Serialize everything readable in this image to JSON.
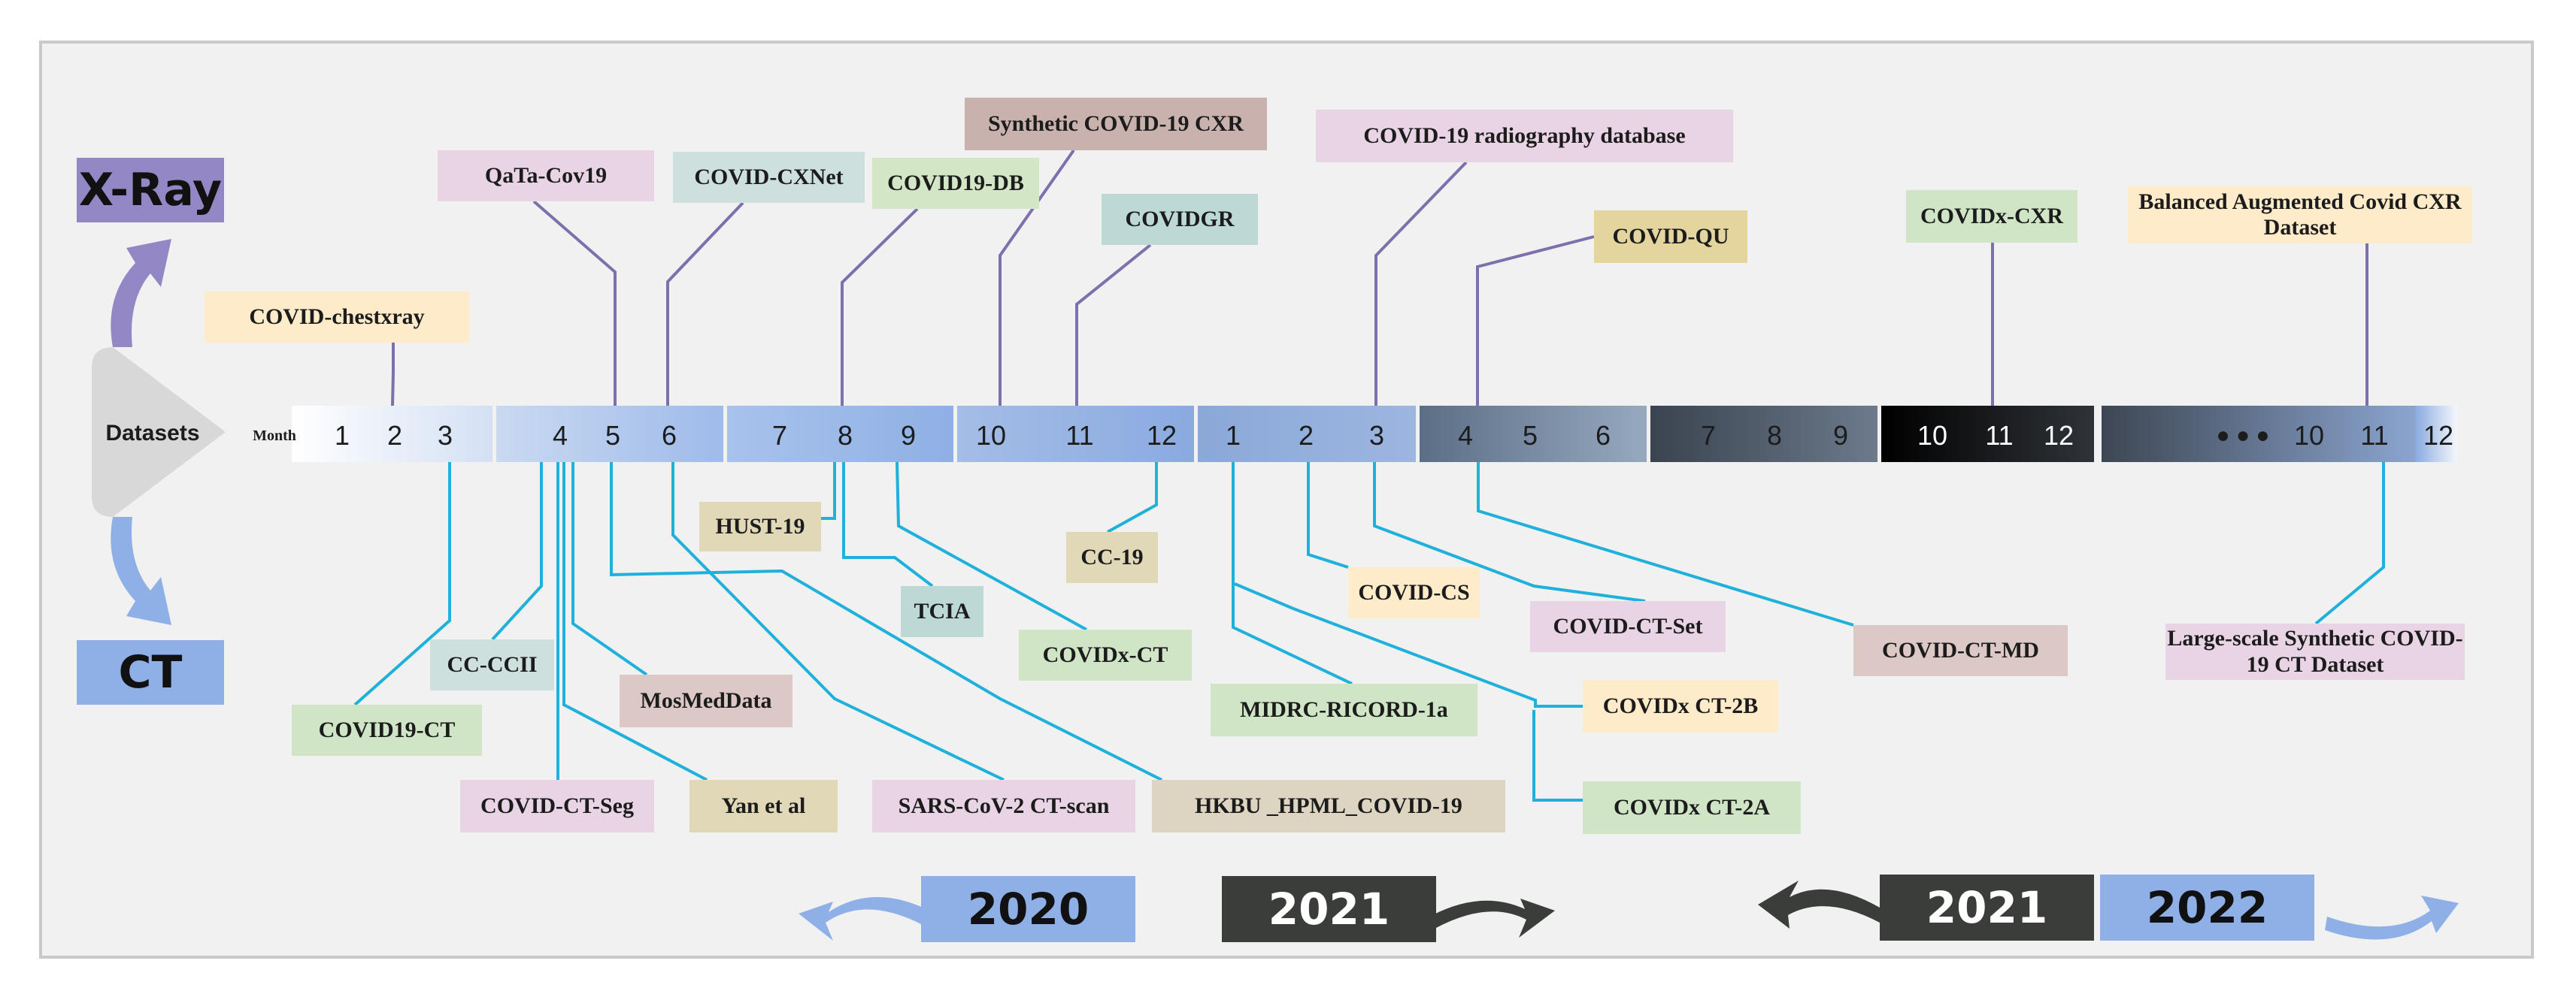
{
  "categories": {
    "xray": "X-Ray",
    "ct": "CT",
    "datasets": "Datasets",
    "month": "Month"
  },
  "timeline": {
    "months": [
      "1",
      "2",
      "3",
      "4",
      "5",
      "6",
      "7",
      "8",
      "9",
      "10",
      "11",
      "12",
      "1",
      "2",
      "3",
      "4",
      "5",
      "6",
      "7",
      "8",
      "9",
      "10",
      "11",
      "12",
      "10",
      "11",
      "12"
    ],
    "ellipsis": "● ● ●",
    "bands": [
      {
        "from": "#ffffff",
        "to": "#d3e0f4"
      },
      {
        "from": "#c9d9f1",
        "to": "#9fbbea"
      },
      {
        "from": "#a8c2ec",
        "to": "#8fb0e4"
      },
      {
        "from": "#a4bde6",
        "to": "#8aaae0"
      },
      {
        "from": "#8aa8d8",
        "to": "#9db6e0"
      },
      {
        "from": "#5c6e86",
        "to": "#97a9bf"
      },
      {
        "from": "#3a434f",
        "to": "#6c7a8c"
      },
      {
        "from": "#000000",
        "to": "#2f3338"
      },
      {
        "from": "#3d4653",
        "to": "#8ba5cf"
      },
      {
        "from": "#8aaae0",
        "to": "#f4f7fc"
      }
    ]
  },
  "xray_datasets": [
    {
      "name": "COVID-chestxray",
      "color": "#fdebc9"
    },
    {
      "name": "QaTa-Cov19",
      "color": "#e8d4e4"
    },
    {
      "name": "COVID-CXNet",
      "color": "#cde0de"
    },
    {
      "name": "COVID19-DB",
      "color": "#d3e6c6"
    },
    {
      "name": "Synthetic COVID-19 CXR",
      "color": "#c9b2ad"
    },
    {
      "name": "COVIDGR",
      "color": "#bcd9d6"
    },
    {
      "name": "COVID-19 radiography database",
      "color": "#e8d4e4"
    },
    {
      "name": "COVID-QU",
      "color": "#e3d59d"
    },
    {
      "name": "COVIDx-CXR",
      "color": "#cfe5c6"
    },
    {
      "name": "Balanced Augmented Covid CXR Dataset",
      "color": "#fdebc9"
    }
  ],
  "ct_datasets": [
    {
      "name": "COVID19-CT",
      "color": "#cfe5c6"
    },
    {
      "name": "CC-CCII",
      "color": "#cde0de"
    },
    {
      "name": "COVID-CT-Seg",
      "color": "#e8d4e4"
    },
    {
      "name": "MosMedData",
      "color": "#dcc8c4"
    },
    {
      "name": "Yan et al",
      "color": "#e0d8b7"
    },
    {
      "name": "SARS-CoV-2 CT-scan",
      "color": "#e8d4e4"
    },
    {
      "name": "HKBU _HPML_COVID-19",
      "color": "#ddd5c2"
    },
    {
      "name": "HUST-19",
      "color": "#e0d8b7"
    },
    {
      "name": "TCIA",
      "color": "#bcd9d6"
    },
    {
      "name": "CC-19",
      "color": "#e0d8b7"
    },
    {
      "name": "COVIDx-CT",
      "color": "#cfe5c6"
    },
    {
      "name": "MIDRC-RICORD-1a",
      "color": "#cfe5c6"
    },
    {
      "name": "COVID-CS",
      "color": "#fdebc9"
    },
    {
      "name": "COVID-CT-Set",
      "color": "#e8d4e4"
    },
    {
      "name": "COVIDx CT-2B",
      "color": "#fdebc9"
    },
    {
      "name": "COVIDx CT-2A",
      "color": "#cfe5c6"
    },
    {
      "name": "COVID-CT-MD",
      "color": "#dcc8c4"
    },
    {
      "name": "Large-scale Synthetic COVID-19 CT Dataset",
      "color": "#e8d4e4"
    }
  ],
  "years": [
    {
      "label": "2020",
      "bg": "#8eb0e6",
      "fg": "#111111"
    },
    {
      "label": "2021",
      "bg": "#3a3d3a",
      "fg": "#ffffff"
    },
    {
      "label": "2021",
      "bg": "#3a3d3a",
      "fg": "#ffffff"
    },
    {
      "label": "2022",
      "bg": "#8eb0e6",
      "fg": "#111111"
    }
  ],
  "colors": {
    "xray_line": "#7e70ad",
    "ct_line": "#1fb0dc",
    "xray_badge": "#9388c5",
    "ct_badge": "#8eb0e6",
    "arrow_blue": "#8eb0e6",
    "arrow_dark": "#3a3d3a",
    "triangle": "#d8d8d8"
  }
}
